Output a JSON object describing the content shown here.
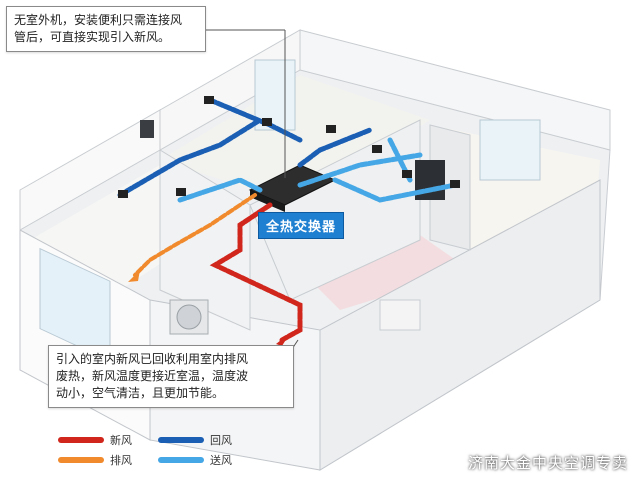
{
  "callout_top": {
    "lines": [
      "无室外机，安装便利只需连接风",
      "管后，可直接实现引入新风。"
    ]
  },
  "callout_bottom": {
    "lines": [
      "引入的室内新风已回收利用室内排风",
      "废热，新风温度更接近室温，温度波",
      "动小，空气清洁，且更加节能。"
    ]
  },
  "center_label": "全热交换器",
  "legend": [
    {
      "label": "新风",
      "color": "#d0261c"
    },
    {
      "label": "回风",
      "color": "#1a5fb4"
    },
    {
      "label": "排风",
      "color": "#f08a2c"
    },
    {
      "label": "送风",
      "color": "#46a7e6"
    }
  ],
  "watermark": "济南大金中央空调专卖"
}
